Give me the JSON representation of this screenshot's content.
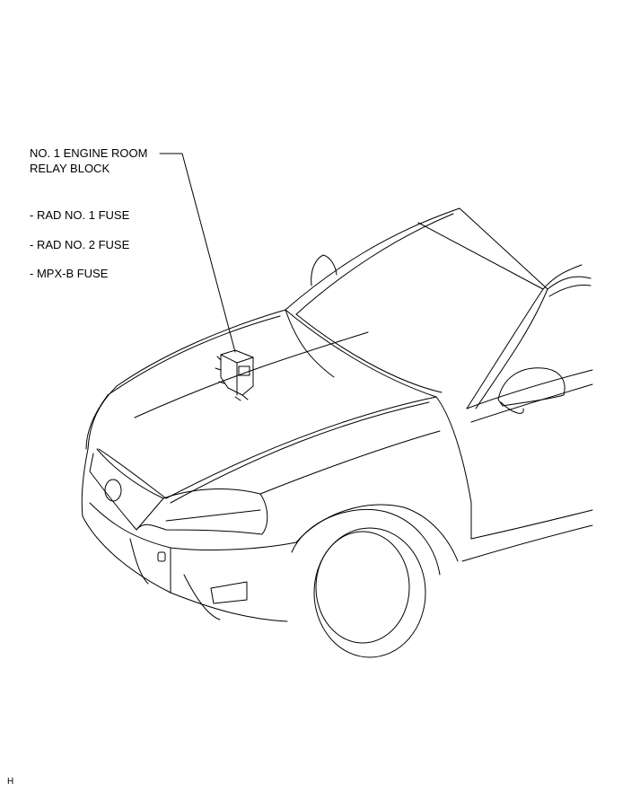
{
  "callout": {
    "title_line1": "NO. 1 ENGINE ROOM",
    "title_line2": "RELAY BLOCK",
    "items": [
      "- RAD NO. 1 FUSE",
      "- RAD NO. 2 FUSE",
      "- MPX-B FUSE"
    ]
  },
  "corner_code": "H",
  "colors": {
    "line": "#000000",
    "background": "#ffffff"
  }
}
